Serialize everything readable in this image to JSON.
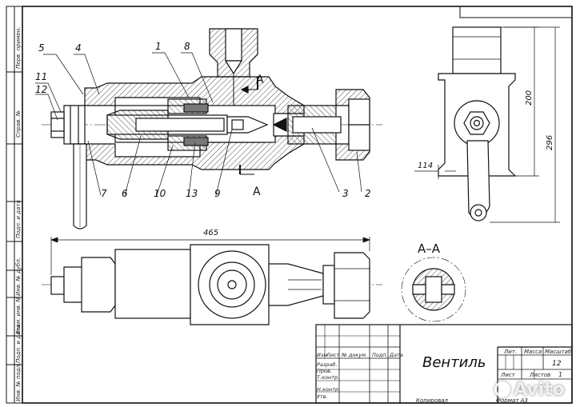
{
  "title_block": {
    "title": "Вентиль",
    "scale": "1:2",
    "sheet_format": "Формат А3",
    "copied": "Копировал",
    "cells": {
      "lit": "Лит.",
      "mass": "Масса",
      "scale_label": "Масштаб",
      "sheet": "Лист",
      "sheets": "Листов",
      "sheets_count": "1",
      "value_12": "12"
    },
    "rev_headers": [
      "Изм",
      "Лист",
      "№ докум.",
      "Подп.",
      "Дата"
    ],
    "roles": [
      "Разраб.",
      "Пров.",
      "Т.контр.",
      "Н.контр.",
      "Утв."
    ]
  },
  "side_stamps": [
    "Перв. примен.",
    "Справ. №",
    "Подп. и дата",
    "Инв. № дубл.",
    "Взам. инв. №",
    "Подп. и дата",
    "Инв. № подл."
  ],
  "part_numbers": [
    "5",
    "4",
    "1",
    "8",
    "11",
    "12",
    "7",
    "6",
    "10",
    "13",
    "9",
    "3",
    "2"
  ],
  "section": {
    "cut_letter": "A",
    "view_title": "A–A"
  },
  "dimensions": {
    "width_bottom": "465",
    "height_200": "200",
    "height_296": "296",
    "width_114": "114"
  },
  "watermark": "Avito",
  "colors": {
    "line": "#1a1a1a",
    "paper": "#ffffff"
  }
}
